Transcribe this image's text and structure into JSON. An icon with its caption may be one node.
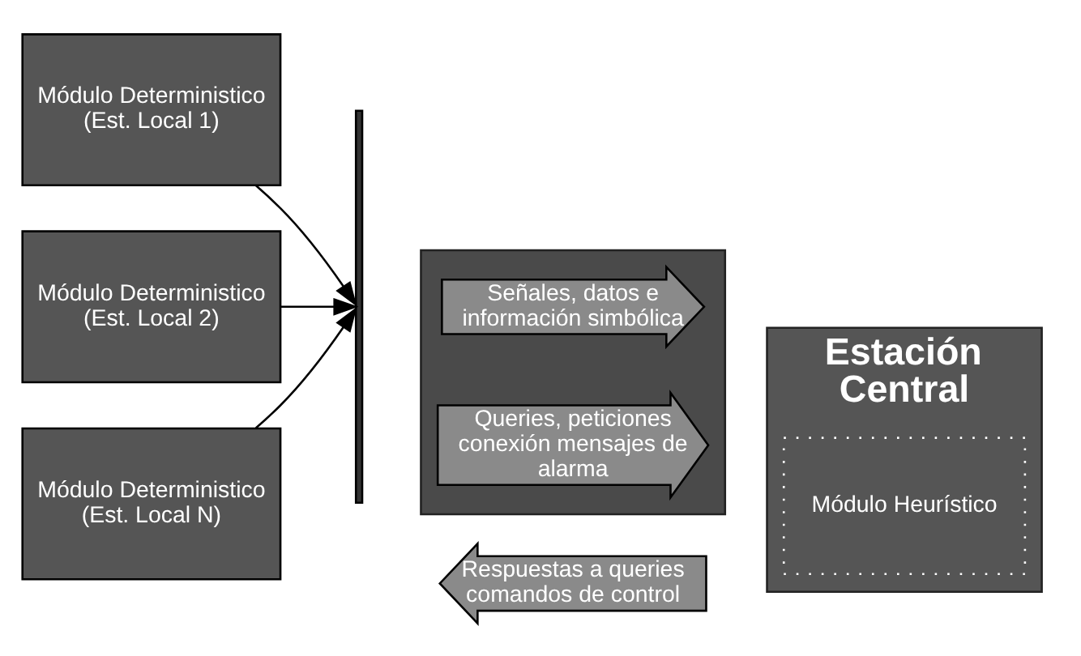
{
  "diagram": {
    "nodes": [
      {
        "text": [
          "Módulo Deterministico (Est. Local 1)"
        ]
      },
      {
        "text": [
          "Módulo Deterministico (Est. Local 2)"
        ]
      },
      {
        "text": [
          "Módulo Deterministico (Est. Local N)"
        ]
      },
      {
        "text": [],
        "shape": "bar"
      },
      {
        "text": [],
        "shape": "box"
      },
      {
        "text": [
          "Señales, datos e información simbólica"
        ],
        "in": 4
      },
      {
        "text": [
          "Queries, peticiones conexión mensajes de alarma"
        ],
        "in": 4
      },
      {
        "text": [
          "Respuestas a queries comandos de control"
        ]
      },
      {
        "text": [
          "Estación Central"
        ]
      },
      {
        "text": [
          "Módulo Heurístico"
        ],
        "in": 8
      }
    ],
    "edges": [
      {
        "from": 0,
        "to": 3,
        "arrow": "to"
      },
      {
        "from": 1,
        "to": 3,
        "arrow": "to"
      },
      {
        "from": 2,
        "to": 3,
        "arrow": "to"
      }
    ]
  }
}
